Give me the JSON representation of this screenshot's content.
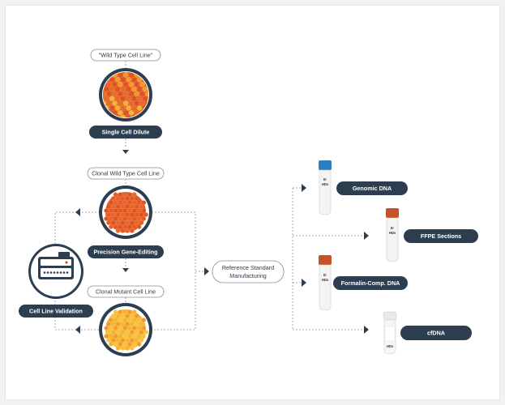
{
  "labels": {
    "wild_type_cell_line": "\"Wild Type Cell Line\"",
    "single_cell_dilute": "Single Cell Dilute",
    "clonal_wild_type_cell_line": "Clonal Wild Type Cell Line",
    "precision_gene_editing": "Precision Gene-Editing",
    "clonal_mutant_cell_line": "Clonal Mutant Cell Line",
    "cell_line_validation": "Cell Line Validation",
    "reference_standard_line1": "Reference Standard",
    "reference_standard_line2": "Manufacturing"
  },
  "outputs": [
    {
      "label": "Genomic DNA",
      "cap_color": "#2a7fc1"
    },
    {
      "label": "FFPE Sections",
      "cap_color": "#c4532a"
    },
    {
      "label": "Formalin-Comp. DNA",
      "cap_color": "#c4532a"
    },
    {
      "label": "cfDNA",
      "cap_color": "#e9e9e9"
    }
  ],
  "tube_marks": [
    "III",
    "HDx"
  ],
  "colors": {
    "navy": "#2c3e50",
    "orange_dark": "#e0521d",
    "orange_light": "#f39a2b",
    "yellow": "#f5b42c",
    "connector": "#8a8f96"
  }
}
